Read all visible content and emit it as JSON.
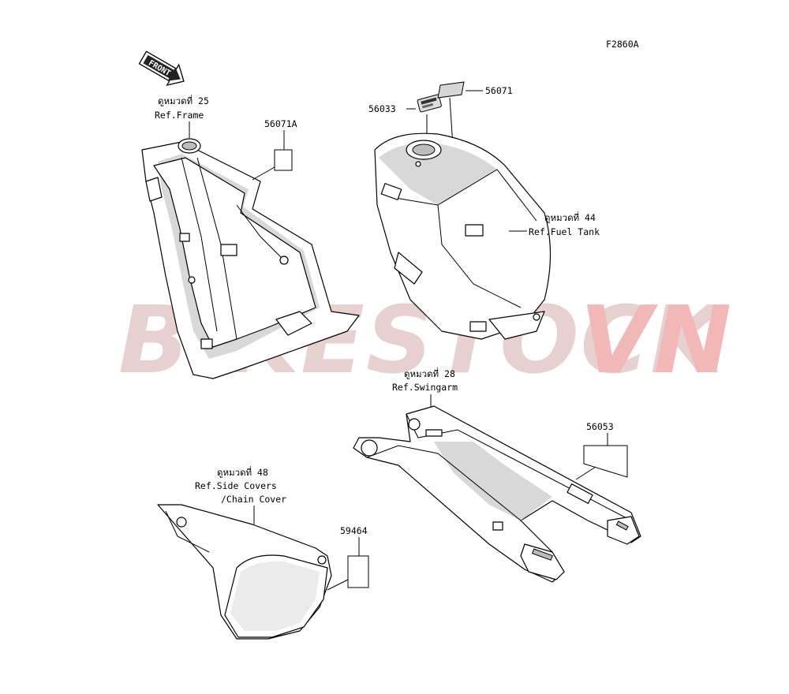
{
  "figure_code": "F2860A",
  "front_arrow": "FRONT",
  "watermark": {
    "part1": "BIKESTOCK",
    "part2": "VN",
    "color1": "#e6d0d0",
    "color2": "#f2b8b8"
  },
  "callouts": {
    "frame_ref_th": "ดูหมวดที่ 25",
    "frame_ref": "Ref.Frame",
    "label_56071a": "56071A",
    "label_56033": "56033",
    "label_56071": "56071",
    "tank_ref_th": "ดูหมวดที่ 44",
    "tank_ref": "Ref.Fuel Tank",
    "swingarm_ref_th": "ดูหมวดที่ 28",
    "swingarm_ref": "Ref.Swingarm",
    "label_56053": "56053",
    "covers_ref_th": "ดูหมวดที่ 48",
    "covers_ref_1": "Ref.Side Covers",
    "covers_ref_2": "/Chain Cover",
    "label_59464": "59464"
  }
}
